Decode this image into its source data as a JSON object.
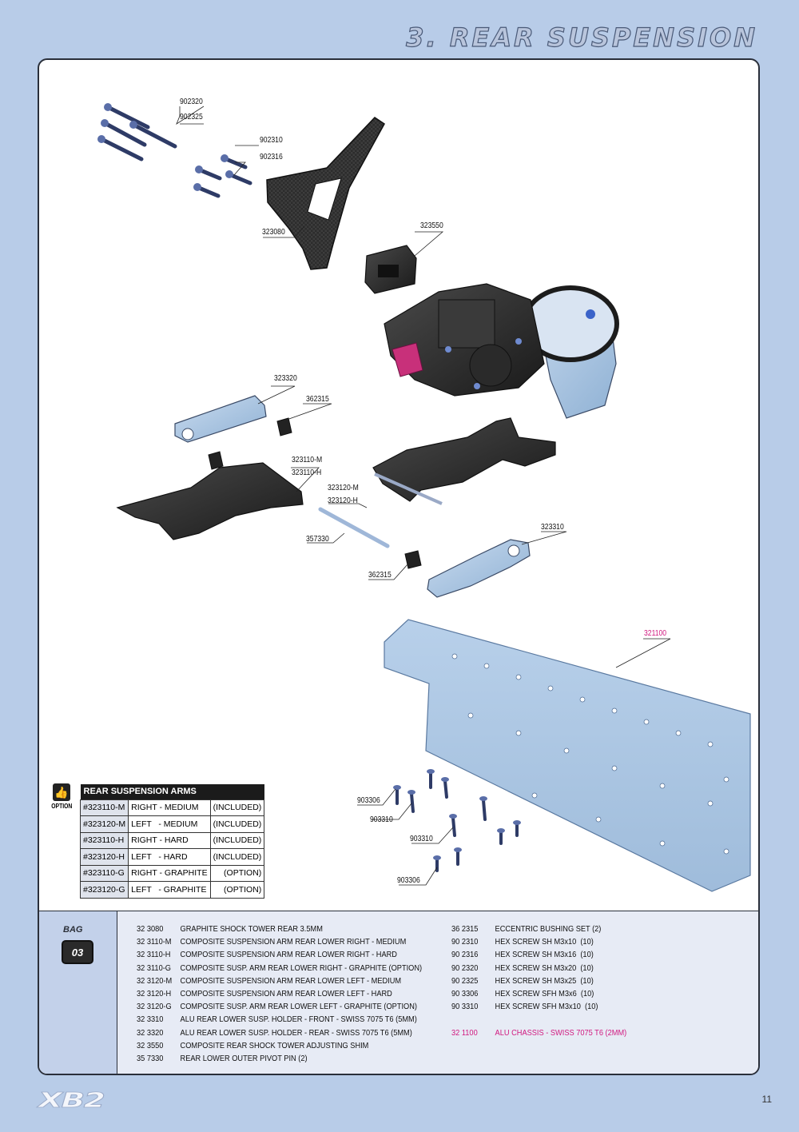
{
  "title": "3. REAR SUSPENSION",
  "diagram": {
    "labels": {
      "l902320": "902320",
      "l902325": "902325",
      "l902310": "902310",
      "l902316": "902316",
      "l323080": "323080",
      "l323550": "323550",
      "l323320": "323320",
      "l362315a": "362315",
      "l323110m": "323110-M",
      "l323110h": "323110-H",
      "l323120m": "323120-M",
      "l323120h": "323120-H",
      "l357330": "357330",
      "l323310": "323310",
      "l362315b": "362315",
      "l321100": "321100",
      "l903306a": "903306",
      "l903310a": "903310",
      "l903310b": "903310",
      "l903306b": "903306"
    }
  },
  "option": {
    "icon_text": "OPTION",
    "header": "REAR SUSPENSION ARMS",
    "rows": [
      {
        "code": "#323110-M",
        "desc": "RIGHT - MEDIUM",
        "status": "(INCLUDED)"
      },
      {
        "code": "#323120-M",
        "desc": "LEFT   - MEDIUM",
        "status": "(INCLUDED)"
      },
      {
        "code": "#323110-H",
        "desc": "RIGHT - HARD",
        "status": "(INCLUDED)"
      },
      {
        "code": "#323120-H",
        "desc": "LEFT   - HARD",
        "status": "(INCLUDED)"
      },
      {
        "code": "#323110-G",
        "desc": "RIGHT - GRAPHITE",
        "status": "(OPTION)"
      },
      {
        "code": "#323120-G",
        "desc": "LEFT   - GRAPHITE",
        "status": "(OPTION)"
      }
    ]
  },
  "bag": {
    "label": "BAG",
    "number": "03"
  },
  "parts_left": [
    {
      "code": "32 3080",
      "desc": "GRAPHITE SHOCK TOWER REAR 3.5MM"
    },
    {
      "code": "32 3110-M",
      "desc": "COMPOSITE SUSPENSION ARM REAR LOWER RIGHT - MEDIUM"
    },
    {
      "code": "32 3110-H",
      "desc": "COMPOSITE SUSPENSION ARM REAR LOWER RIGHT - HARD"
    },
    {
      "code": "32 3110-G",
      "desc": "COMPOSITE SUSP. ARM REAR LOWER RIGHT - GRAPHITE (OPTION)"
    },
    {
      "code": "32 3120-M",
      "desc": "COMPOSITE SUSPENSION ARM REAR LOWER LEFT - MEDIUM"
    },
    {
      "code": "32 3120-H",
      "desc": "COMPOSITE SUSPENSION ARM REAR LOWER LEFT - HARD"
    },
    {
      "code": "32 3120-G",
      "desc": "COMPOSITE SUSP. ARM REAR LOWER LEFT - GRAPHITE (OPTION)"
    },
    {
      "code": "32 3310",
      "desc": "ALU REAR LOWER SUSP. HOLDER - FRONT - SWISS 7075 T6 (5MM)"
    },
    {
      "code": "32 3320",
      "desc": "ALU REAR LOWER SUSP. HOLDER - REAR - SWISS 7075 T6 (5MM)"
    },
    {
      "code": "32 3550",
      "desc": "COMPOSITE REAR SHOCK TOWER ADJUSTING SHIM"
    },
    {
      "code": "35 7330",
      "desc": "REAR LOWER OUTER PIVOT PIN (2)"
    }
  ],
  "parts_right": [
    {
      "code": "36 2315",
      "desc": "ECCENTRIC BUSHING SET (2)"
    },
    {
      "code": "90 2310",
      "desc": "HEX SCREW SH M3x10  (10)"
    },
    {
      "code": "90 2316",
      "desc": "HEX SCREW SH M3x16  (10)"
    },
    {
      "code": "90 2320",
      "desc": "HEX SCREW SH M3x20  (10)"
    },
    {
      "code": "90 2325",
      "desc": "HEX SCREW SH M3x25  (10)"
    },
    {
      "code": "90 3306",
      "desc": "HEX SCREW SFH M3x6  (10)"
    },
    {
      "code": "90 3310",
      "desc": "HEX SCREW SFH M3x10  (10)"
    },
    {
      "code": "",
      "desc": ""
    },
    {
      "code": "32 1100",
      "desc": "ALU CHASSIS - SWISS 7075 T6 (2MM)",
      "highlight": true
    }
  ],
  "footer": {
    "logo": "XB2",
    "page": "11"
  },
  "colors": {
    "highlight": "#d1187f",
    "background": "#b8cce8",
    "parts_panel": "#e7ebf5"
  }
}
